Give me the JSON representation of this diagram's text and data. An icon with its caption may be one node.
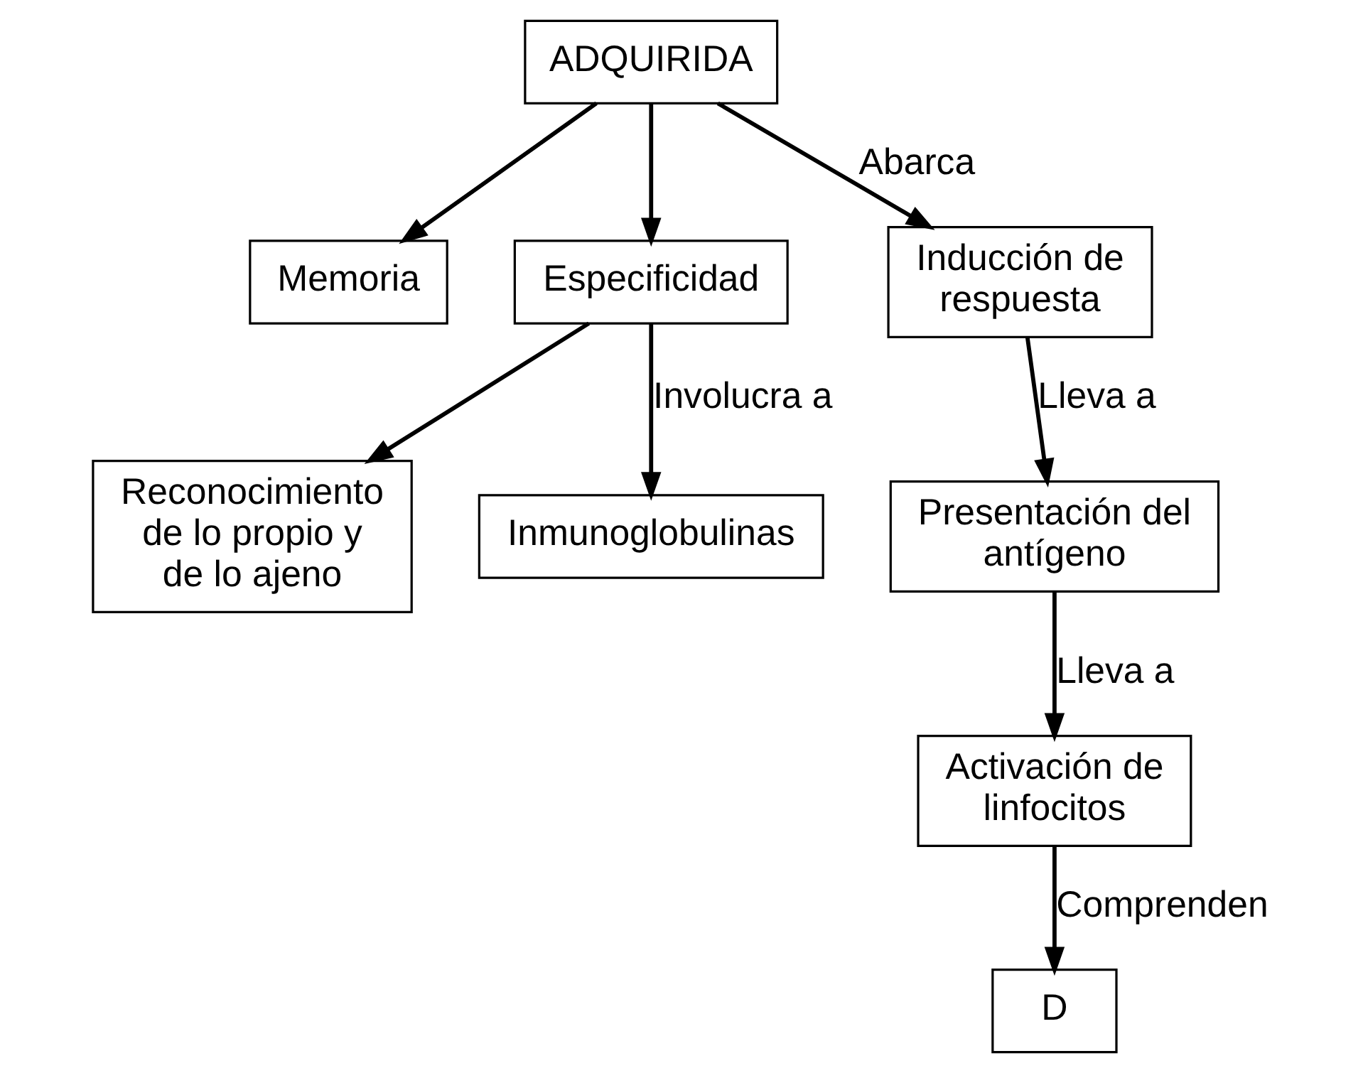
{
  "diagram": {
    "nodes": [
      {
        "text": [
          "ADQUIRIDA"
        ]
      },
      {
        "text": [
          "Memoria"
        ]
      },
      {
        "text": [
          "Especificidad"
        ]
      },
      {
        "text": [
          "Inducción de respuesta"
        ]
      },
      {
        "text": [
          "Reconocimiento de lo propio y de lo ajeno"
        ]
      },
      {
        "text": [
          "Inmunoglobulinas"
        ]
      },
      {
        "text": [
          "Presentación del antígeno"
        ]
      },
      {
        "text": [
          "Activación de linfocitos"
        ]
      },
      {
        "text": [
          "D"
        ]
      }
    ],
    "edges": [
      {
        "from": 0,
        "to": 1,
        "arrow": "to"
      },
      {
        "from": 0,
        "to": 2,
        "arrow": "to"
      },
      {
        "from": 0,
        "to": 3,
        "arrow": "to",
        "label": "Abarca"
      },
      {
        "from": 2,
        "to": 4,
        "arrow": "to"
      },
      {
        "from": 2,
        "to": 5,
        "arrow": "to",
        "label": "Involucra a"
      },
      {
        "from": 3,
        "to": 6,
        "arrow": "to",
        "label": "Lleva a"
      },
      {
        "from": 6,
        "to": 7,
        "arrow": "to",
        "label": "Lleva a"
      },
      {
        "from": 7,
        "to": 8,
        "arrow": "to",
        "label": "Comprenden"
      }
    ]
  }
}
